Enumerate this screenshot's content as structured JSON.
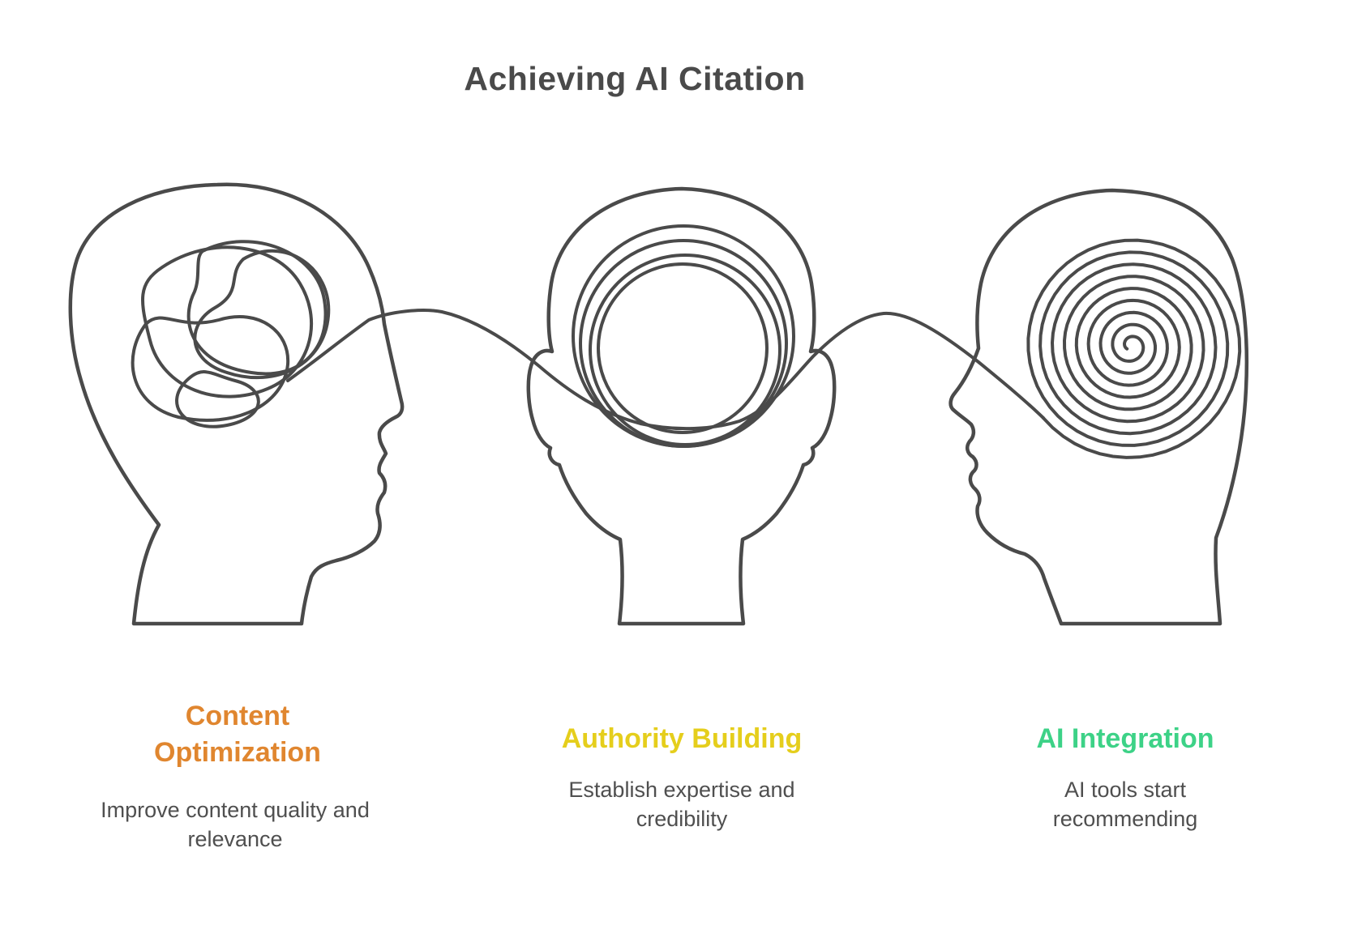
{
  "title": "Achieving AI Citation",
  "ink_color": "#4A4A4A",
  "columns": [
    {
      "heading": "Content Optimization",
      "subtitle": "Improve content quality and relevance",
      "color": "#E0862F"
    },
    {
      "heading": "Authority Building",
      "subtitle": "Establish expertise and credibility",
      "color": "#E5CE1C"
    },
    {
      "heading": "AI Integration",
      "subtitle": "AI tools start recommending",
      "color": "#3DD287"
    }
  ],
  "illustration": {
    "outline_color": "#4A4A4A",
    "heads": [
      {
        "name": "tangled-head",
        "fill_top": "#FAC995",
        "fill_bottom": "#F0923F"
      },
      {
        "name": "loosening-head",
        "fill_top": "#FAF296",
        "fill_bottom": "#F8E414"
      },
      {
        "name": "spiral-head",
        "fill_top": "#90EFC1",
        "fill_bottom": "#43D691"
      }
    ]
  }
}
